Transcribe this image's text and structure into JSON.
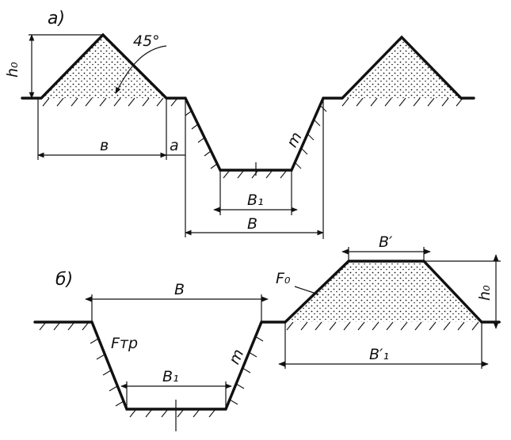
{
  "diagram_a": {
    "panel_label": "a)",
    "angle_label": "45°",
    "dims": {
      "h0": "h₀",
      "b": "в",
      "a": "a",
      "m": "m",
      "B1": "B₁",
      "B": "B"
    }
  },
  "diagram_b": {
    "panel_label": "б)",
    "dims": {
      "B": "B",
      "B1": "B₁",
      "Ftr": "Fтр",
      "m": "m",
      "F0": "F₀",
      "Bprime": "B′",
      "h0": "h₀",
      "B1prime": "B′₁"
    }
  }
}
